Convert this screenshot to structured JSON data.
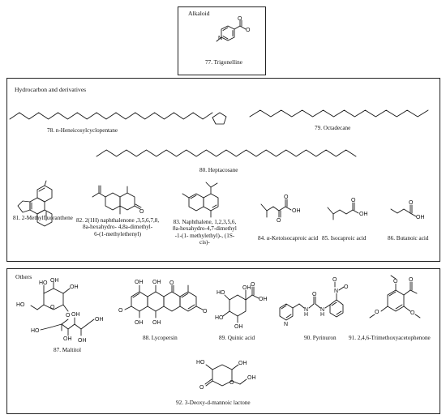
{
  "sections": {
    "alkaloid": "Alkaloid",
    "hydrocarbon": "Hydrocarbon and derivatives",
    "others": "Others"
  },
  "compounds": {
    "c77": "77. Trigonelline",
    "c78": "78. n-Heneicosylcyclopentane",
    "c79": "79. Octadecane",
    "c80": "80. Heptacosane",
    "c81": "81. 2-Methylfluoranthene",
    "c82_l1": "82. 2(1H) naphthalenone ,3,5,6,7,8,",
    "c82_l2": "8a-hexahydro- 4,8a-dimethyl-",
    "c82_l3": "6-(1-methylethenyl)",
    "c83_l1": "83. Naphthalene, 1,2,3,5,6,",
    "c83_l2": "8a-hexahydro-4,7-dimethyl",
    "c83_l3": "-1-(1- methylethyl)-, (1S-",
    "c83_l4": "cis)-",
    "c84": "84. α-Ketoisocaproic acid",
    "c85": "85. Isocaproic acid",
    "c86": "86. Butanoic acid",
    "c87": "87. Maltitol",
    "c88": "88. Lycopersin",
    "c89": "89. Quinic acid",
    "c90": "90. Pyrinuron",
    "c91": "91. 2,4,6-Trimethoxyacetophenone",
    "c92": "92. 3-Deoxy-d-mannoic lactone"
  },
  "atoms": {
    "O": "O",
    "OH": "OH",
    "HO": "HO",
    "N": "N",
    "H": "H",
    "Nplus": "N",
    "Ominus": "O"
  }
}
